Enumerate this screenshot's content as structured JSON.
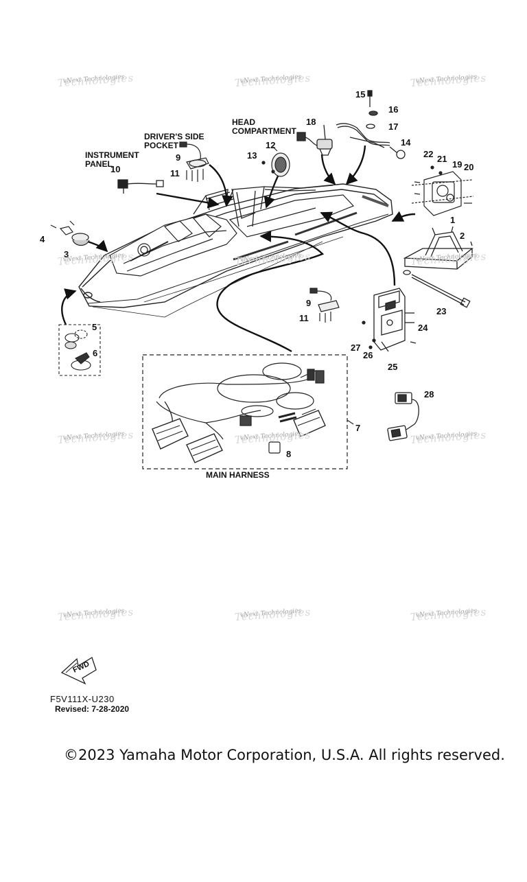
{
  "labels": {
    "instrument_panel": [
      "INSTRUMENT",
      "PANEL"
    ],
    "drivers_side_pocket": [
      "DRIVER'S SIDE",
      "POCKET"
    ],
    "head_compartment": [
      "HEAD",
      "COMPARTMENT"
    ],
    "main_harness": "MAIN HARNESS",
    "fwd": "FWD"
  },
  "callouts": {
    "n1": "1",
    "n2": "2",
    "n3": "3",
    "n4": "4",
    "n5": "5",
    "n6": "6",
    "n7": "7",
    "n8": "8",
    "n9a": "9",
    "n9b": "9",
    "n10": "10",
    "n11a": "11",
    "n11b": "11",
    "n12": "12",
    "n13": "13",
    "n14": "14",
    "n15": "15",
    "n16": "16",
    "n17": "17",
    "n18": "18",
    "n19": "19",
    "n20": "20",
    "n21": "21",
    "n22": "22",
    "n23": "23",
    "n24": "24",
    "n25": "25",
    "n26": "26",
    "n27": "27",
    "n28": "28"
  },
  "watermark": {
    "small": "vNext Technologies",
    "big": "Technologies"
  },
  "footer": {
    "diagram_code": "F5V111X-U230",
    "revised": "Revised: 7-28-2020",
    "copyright": "©2023 Yamaha Motor Corporation, U.S.A. All rights reserved."
  }
}
